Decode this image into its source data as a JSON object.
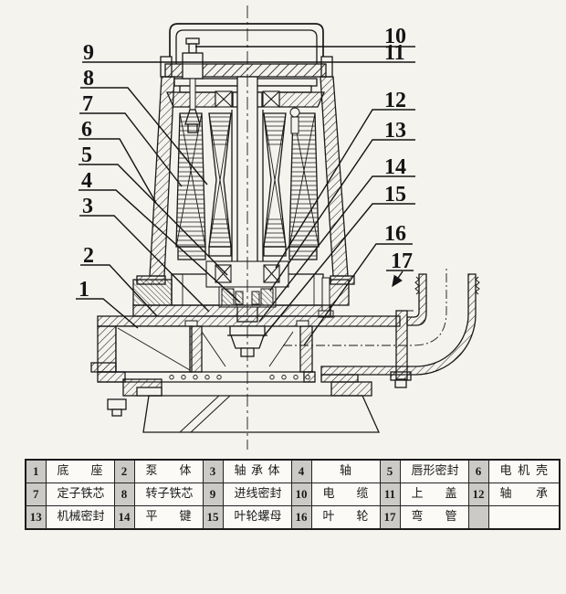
{
  "diagram": {
    "description": "潜水排污泵剖面结构图",
    "callouts": {
      "c1": "1",
      "c2": "2",
      "c3": "3",
      "c4": "4",
      "c5": "5",
      "c6": "6",
      "c7": "7",
      "c8": "8",
      "c9": "9",
      "c10": "10",
      "c11": "11",
      "c12": "12",
      "c13": "13",
      "c14": "14",
      "c15": "15",
      "c16": "16",
      "c17": "17"
    }
  },
  "parts_table": {
    "cells": [
      {
        "no": "1",
        "name": "底座"
      },
      {
        "no": "2",
        "name": "泵体"
      },
      {
        "no": "3",
        "name": "轴承体"
      },
      {
        "no": "4",
        "name": "轴"
      },
      {
        "no": "5",
        "name": "唇形密封"
      },
      {
        "no": "6",
        "name": "电机壳"
      },
      {
        "no": "7",
        "name": "定子铁芯"
      },
      {
        "no": "8",
        "name": "转子铁芯"
      },
      {
        "no": "9",
        "name": "进线密封"
      },
      {
        "no": "10",
        "name": "电缆"
      },
      {
        "no": "11",
        "name": "上盖"
      },
      {
        "no": "12",
        "name": "轴承"
      },
      {
        "no": "13",
        "name": "机械密封"
      },
      {
        "no": "14",
        "name": "平键"
      },
      {
        "no": "15",
        "name": "叶轮螺母"
      },
      {
        "no": "16",
        "name": "叶轮"
      },
      {
        "no": "17",
        "name": "弯管"
      },
      {
        "no": "",
        "name": ""
      }
    ]
  },
  "colors": {
    "paper": "#f4f3ee",
    "ink": "#1a1a1a",
    "number_cell": "#cbcac6"
  }
}
